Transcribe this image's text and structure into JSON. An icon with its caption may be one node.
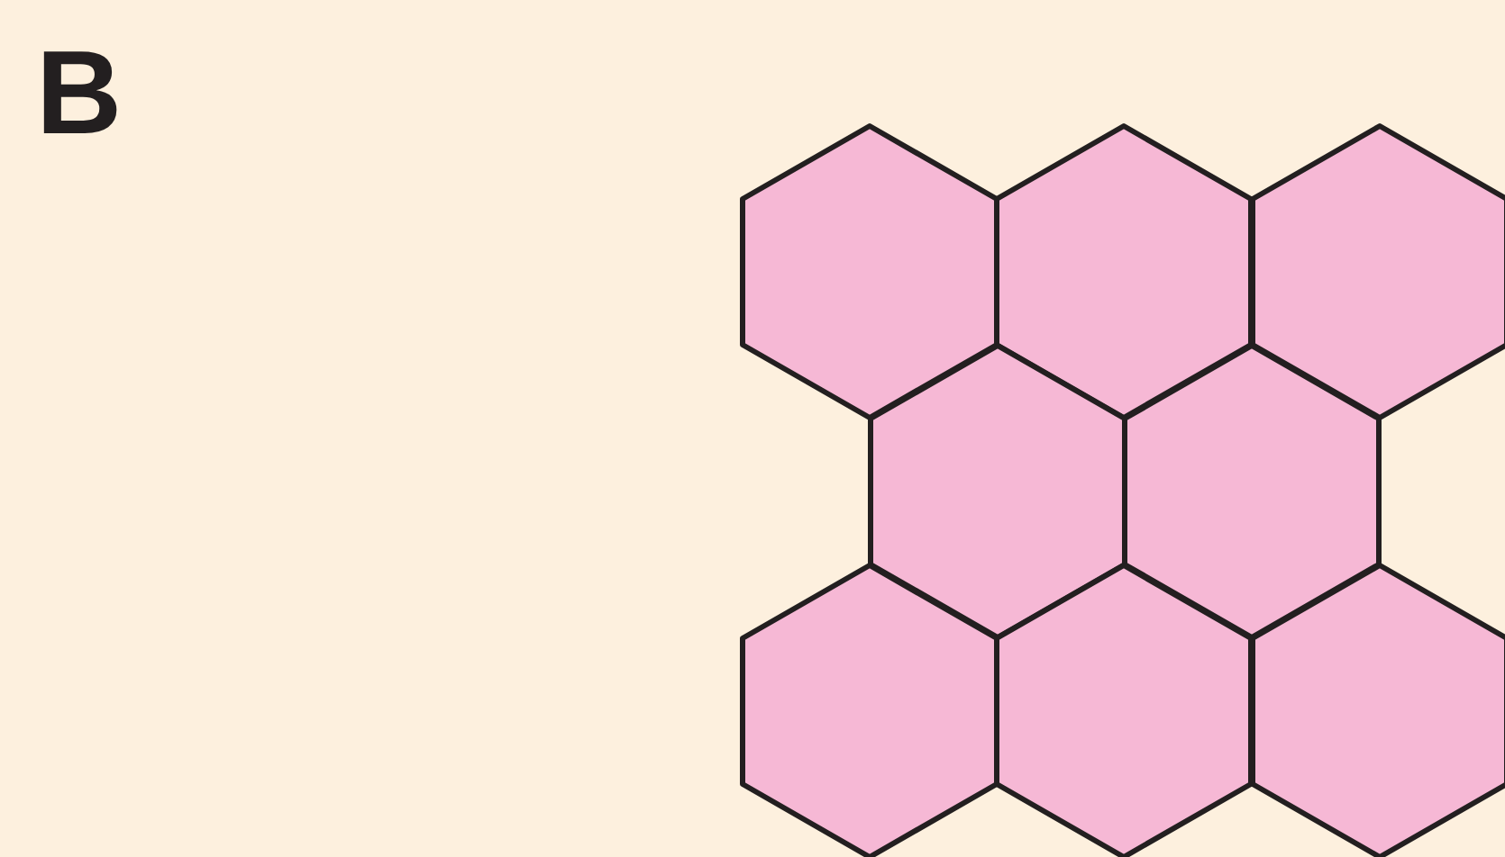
{
  "diagram": {
    "nodes": [
      {
        "text": [],
        "shape": "hexagon"
      },
      {
        "text": [],
        "shape": "hexagon"
      },
      {
        "text": [],
        "shape": "hexagon"
      },
      {
        "text": [],
        "shape": "hexagon"
      },
      {
        "text": [],
        "shape": "hexagon"
      },
      {
        "text": [],
        "shape": "hexagon"
      },
      {
        "text": [],
        "shape": "hexagon"
      },
      {
        "text": [],
        "shape": "hexagon"
      }
    ],
    "labels": [
      "B"
    ]
  }
}
